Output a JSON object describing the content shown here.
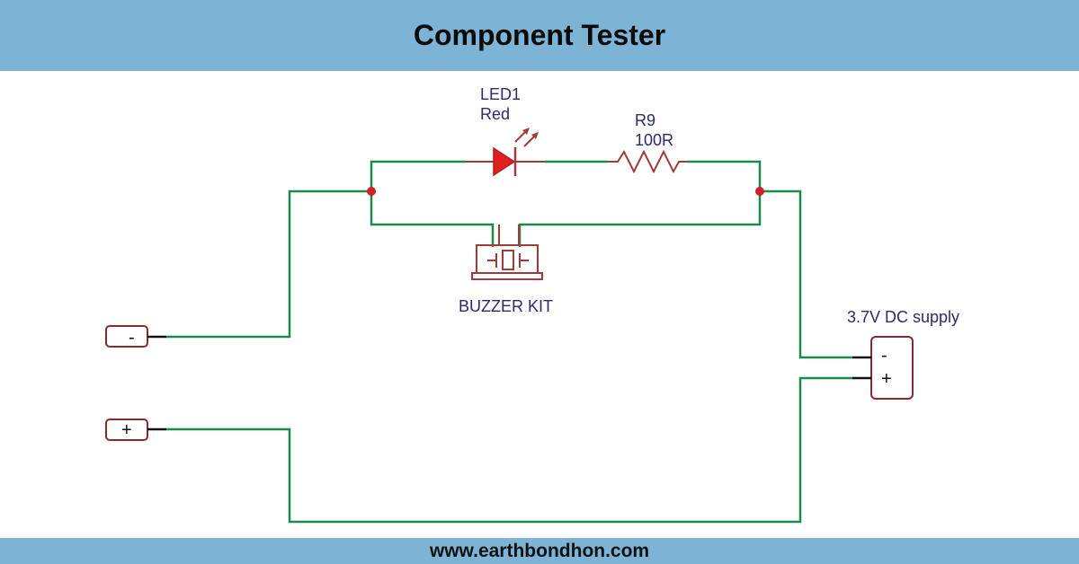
{
  "header": {
    "title": "Component Tester"
  },
  "footer": {
    "website": "www.earthbondhon.com"
  },
  "colors": {
    "banner": "#7db4d6",
    "wire": "#1b8a4a",
    "component": "#a33a3a",
    "led_fill": "#e02020",
    "junction": "#d0202a",
    "label": "#2b2a6b"
  },
  "components": {
    "led": {
      "ref": "LED1",
      "value": "Red"
    },
    "resistor": {
      "ref": "R9",
      "value": "100R"
    },
    "buzzer": {
      "label": "BUZZER KIT"
    },
    "supply": {
      "label": "3.7V DC supply",
      "pin_minus": "-",
      "pin_plus": "+"
    },
    "probe_minus": {
      "label": "-"
    },
    "probe_plus": {
      "label": "+"
    }
  }
}
